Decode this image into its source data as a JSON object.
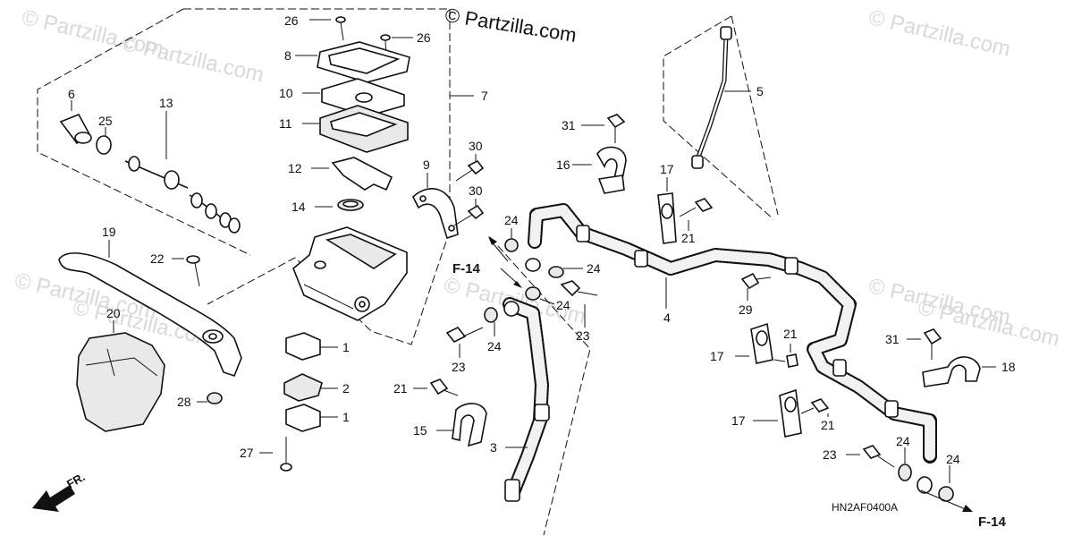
{
  "copyright": "© Partzilla.com",
  "watermarks": [
    "© Partzilla.com",
    "© Partzilla.com",
    "© Partzilla.com",
    "© Partzilla.com",
    "© Partzilla.com",
    "© Partzilla.com",
    "© Partzilla.com",
    "© Partzilla.com"
  ],
  "diagram_code": "HN2AF0400A",
  "front_arrow_label": "FR.",
  "reference_labels": {
    "f14_upper": "F-14",
    "f14_lower": "F-14"
  },
  "callouts": {
    "c26a": "26",
    "c26b": "26",
    "c8": "8",
    "c10": "10",
    "c11": "11",
    "c7": "7",
    "c12": "12",
    "c14": "14",
    "c9": "9",
    "c30a": "30",
    "c30b": "30",
    "c6": "6",
    "c13": "13",
    "c25": "25",
    "c19": "19",
    "c22": "22",
    "c20": "20",
    "c28": "28",
    "c1a": "1",
    "c2": "2",
    "c1b": "1",
    "c27": "27",
    "c31a": "31",
    "c16": "16",
    "c5": "5",
    "c17a": "17",
    "c21a": "21",
    "c24a": "24",
    "c24b": "24",
    "c24c": "24",
    "c24d": "24",
    "c23a": "23",
    "c23b": "23",
    "c4": "4",
    "c29": "29",
    "c21b": "21",
    "c17b": "17",
    "c31b": "31",
    "c18": "18",
    "c21c": "21",
    "c15": "15",
    "c3": "3",
    "c17c": "17",
    "c21d": "21",
    "c23c": "23",
    "c24e": "24",
    "c24f": "24"
  },
  "colors": {
    "line": "#111111",
    "hose_fill": "#f2f2f2",
    "watermark": "#d9d9d9",
    "background": "#ffffff"
  }
}
